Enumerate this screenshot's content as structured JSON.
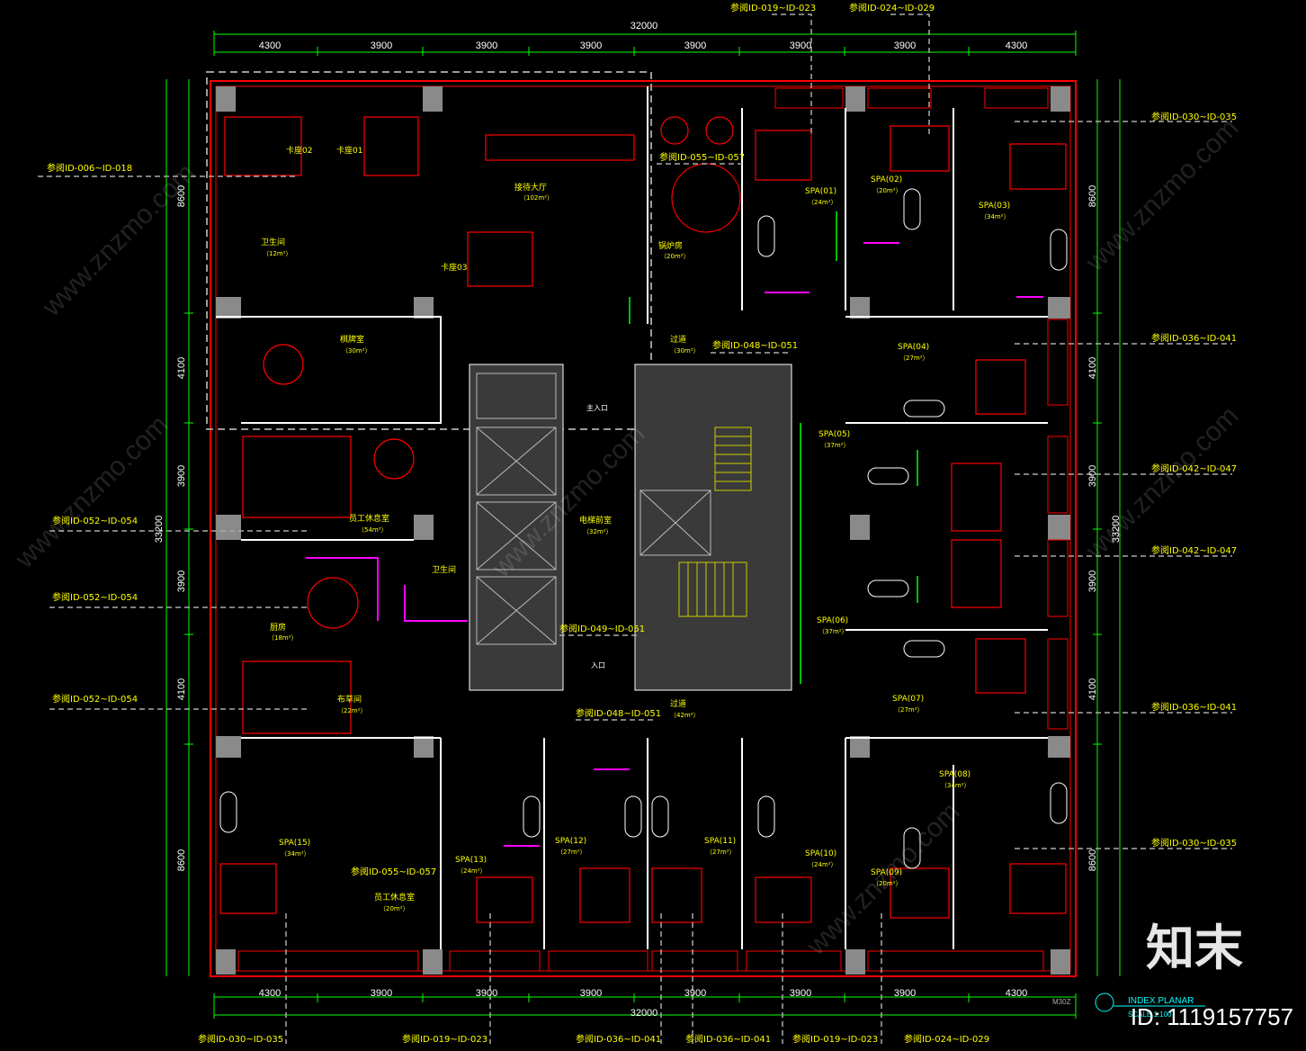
{
  "dimensions": {
    "total_top": "32000",
    "total_bottom": "32000",
    "total_left": "33200",
    "total_right": "33200",
    "top_segments": [
      "4300",
      "3900",
      "3900",
      "3900",
      "3900",
      "3900",
      "3900",
      "4300"
    ],
    "bottom_segments": [
      "4300",
      "3900",
      "3900",
      "3900",
      "3900",
      "3900",
      "3900",
      "4300"
    ],
    "left_segments": [
      "8600",
      "4100",
      "3900",
      "3900",
      "4100",
      "8600"
    ],
    "right_segments": [
      "8600",
      "4100",
      "3900",
      "3900",
      "4100",
      "8600"
    ]
  },
  "refs": {
    "top": [
      "参阅ID-019~ID-023",
      "参阅ID-024~ID-029"
    ],
    "bottom": [
      "参阅ID-030~ID-035",
      "参阅ID-019~ID-023",
      "参阅ID-036~ID-041",
      "参阅ID-036~ID-041",
      "参阅ID-019~ID-023",
      "参阅ID-024~ID-029"
    ],
    "left": [
      "参阅ID-006~ID-018",
      "参阅ID-052~ID-054",
      "参阅ID-052~ID-054",
      "参阅ID-052~ID-054"
    ],
    "right": [
      "参阅ID-030~ID-035",
      "参阅ID-036~ID-041",
      "参阅ID-042~ID-047",
      "参阅ID-042~ID-047",
      "参阅ID-036~ID-041",
      "参阅ID-030~ID-035"
    ],
    "inner": [
      "参阅ID-055~ID-057",
      "参阅ID-048~ID-051",
      "参阅ID-049~ID-051",
      "参阅ID-048~ID-051",
      "参阅ID-055~ID-057"
    ]
  },
  "rooms": {
    "kxiang02": "卡座02",
    "kxiang01": "卡座01",
    "reception": "接待大厅",
    "reception_area": "（102m²）",
    "toilet1": "卫生间",
    "toilet1_area": "（12m²）",
    "kxiang03": "卡座03",
    "boiler": "锅炉房",
    "boiler_area": "（20m²）",
    "chess": "棋牌室",
    "chess_area": "（30m²）",
    "corridor_top": "过道",
    "corridor_top_area": "（30m²）",
    "main_entrance": "主入口",
    "elevator": "电梯前室",
    "elevator_area": "（32m²）",
    "staff_rest": "员工休息室",
    "staff_rest_area": "（54m²）",
    "toilet2": "卫生间",
    "kitchen": "厨房",
    "kitchen_area": "（18m²）",
    "linen": "布草间",
    "linen_area": "（22m²）",
    "entrance": "入口",
    "corridor_bottom": "过道",
    "corridor_bottom_area": "（42m²）",
    "staff_rest2": "员工休息室",
    "staff_rest2_area": "（20m²）",
    "spa": [
      {
        "name": "SPA(01)",
        "area": "（24m²）"
      },
      {
        "name": "SPA(02)",
        "area": "（20m²）"
      },
      {
        "name": "SPA(03)",
        "area": "（34m²）"
      },
      {
        "name": "SPA(04)",
        "area": "（27m²）"
      },
      {
        "name": "SPA(05)",
        "area": "（37m²）"
      },
      {
        "name": "SPA(06)",
        "area": "（37m²）"
      },
      {
        "name": "SPA(07)",
        "area": "（27m²）"
      },
      {
        "name": "SPA(08)",
        "area": "（34m²）"
      },
      {
        "name": "SPA(09)",
        "area": "（20m²）"
      },
      {
        "name": "SPA(10)",
        "area": "（24m²）"
      },
      {
        "name": "SPA(11)",
        "area": "（27m²）"
      },
      {
        "name": "SPA(12)",
        "area": "（27m²）"
      },
      {
        "name": "SPA(13)",
        "area": "（24m²）"
      },
      {
        "name": "SPA(15)",
        "area": "（34m²）"
      }
    ]
  },
  "index": {
    "title": "INDEX PLANAR",
    "scale": "SCALE 1:100",
    "sheet": "M30Z"
  },
  "watermark": {
    "brand": "知末",
    "id": "ID: 1119157757",
    "ghost": "www.znzmo.com"
  },
  "colors": {
    "wall": "#ff0000",
    "dim": "#00ff00",
    "text": "#ffff00",
    "furniture": "#ffffff",
    "accent": "#ff00ff"
  }
}
